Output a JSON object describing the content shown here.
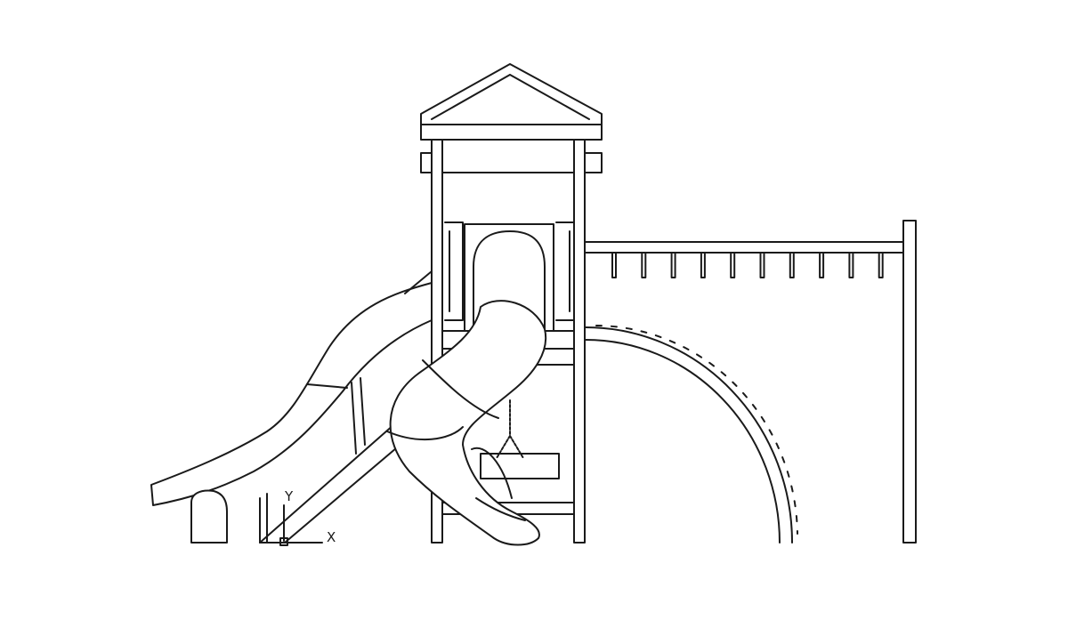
{
  "drawing": {
    "ucs_icon": {
      "x_label": "X",
      "y_label": "Y"
    },
    "line_color": "#1a1a1a",
    "background": "#ffffff",
    "monkey_bar_rungs": 10
  }
}
